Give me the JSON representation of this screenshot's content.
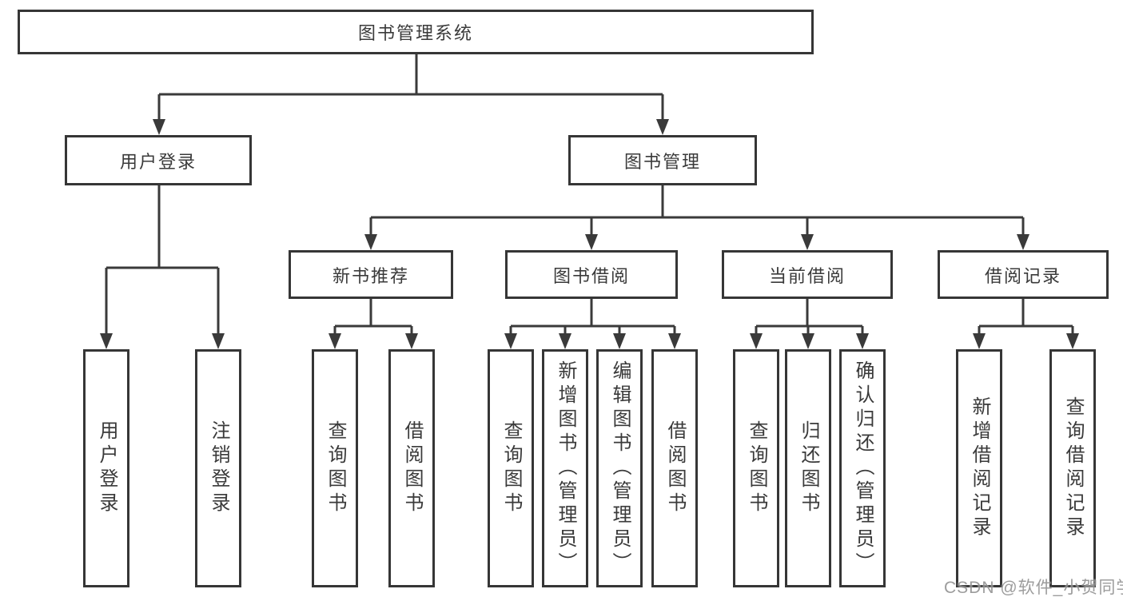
{
  "diagram": {
    "title": "图书管理系统",
    "branches": [
      {
        "label": "用户登录",
        "leaves": [
          "用户登录",
          "注销登录"
        ]
      },
      {
        "label": "图书管理",
        "groups": [
          {
            "label": "新书推荐",
            "leaves": [
              "查询图书",
              "借阅图书"
            ]
          },
          {
            "label": "图书借阅",
            "leaves": [
              "查询图书",
              "新增图书（管理员）",
              "编辑图书（管理员）",
              "借阅图书"
            ]
          },
          {
            "label": "当前借阅",
            "leaves": [
              "查询图书",
              "归还图书",
              "确认归还（管理员）"
            ]
          },
          {
            "label": "借阅记录",
            "leaves": [
              "新增借阅记录",
              "查询借阅记录"
            ]
          }
        ]
      }
    ]
  },
  "watermark": "CSDN @软件_小贺同学",
  "colors": {
    "line": "#3a3a3a",
    "border": "#363636",
    "text": "#3a3a3a",
    "background": "#ffffff",
    "watermark": "#808080"
  }
}
